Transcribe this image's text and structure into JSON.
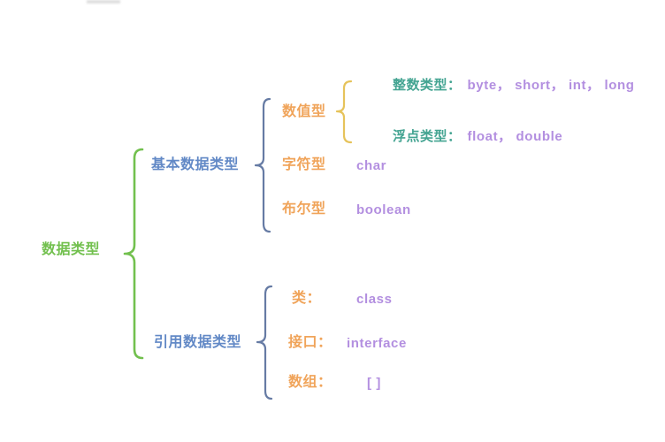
{
  "colors": {
    "green": "#72c04e",
    "blue_text": "#6289c6",
    "blue_bracket": "#667ba4",
    "orange": "#f0a45a",
    "yellow_bracket": "#e6c35b",
    "teal": "#44a492",
    "purple": "#b38fe0",
    "background": "#ffffff"
  },
  "diagram": {
    "root_label": "数据类型",
    "basic": {
      "label": "基本数据类型",
      "numeric": {
        "label": "数值型",
        "integer": {
          "label": "整数类型：",
          "value": "byte， short， int， long"
        },
        "float": {
          "label": "浮点类型：",
          "value": "float， double"
        }
      },
      "char": {
        "label": "字符型",
        "value": "char"
      },
      "bool": {
        "label": "布尔型",
        "value": "boolean"
      }
    },
    "reference": {
      "label": "引用数据类型",
      "class": {
        "label": "类：",
        "value": "class"
      },
      "interface": {
        "label": "接口：",
        "value": "interface"
      },
      "array": {
        "label": "数组：",
        "value": "[ ]"
      }
    }
  }
}
